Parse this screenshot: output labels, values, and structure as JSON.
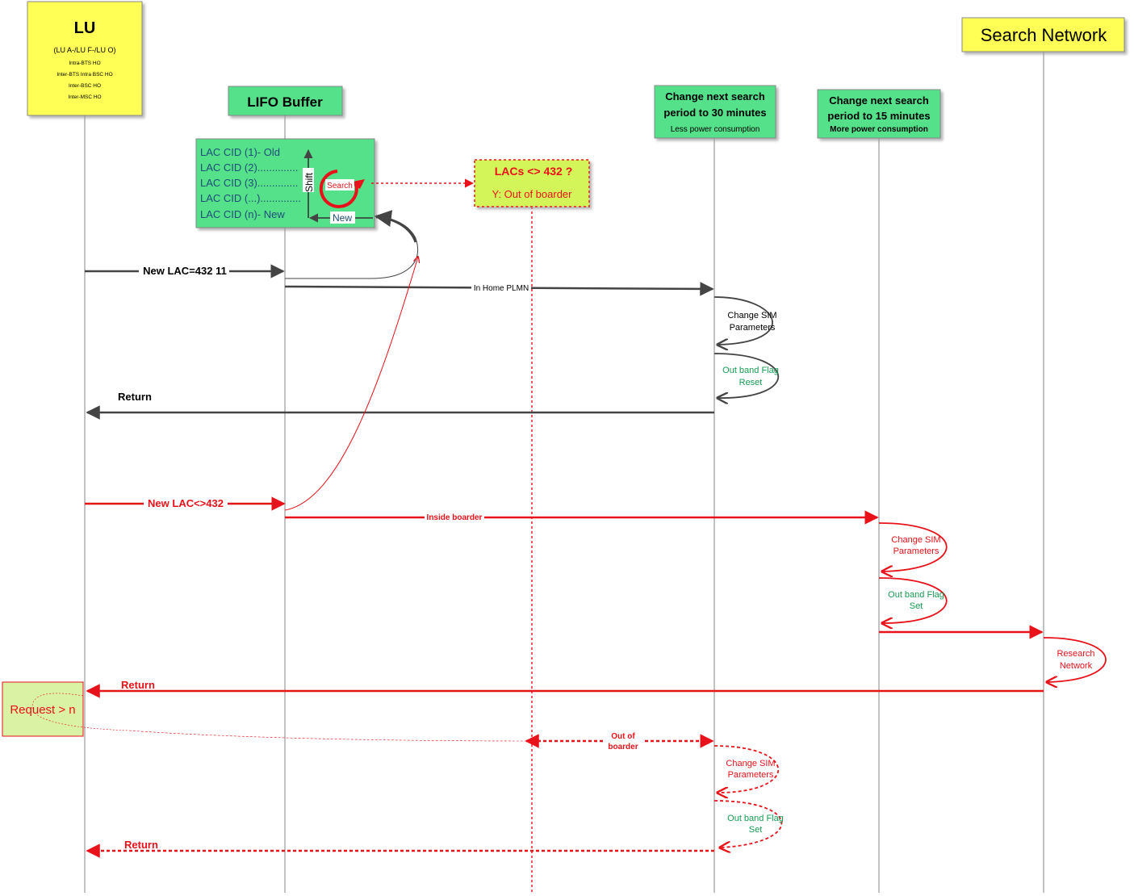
{
  "colors": {
    "yellow": "#ffff55",
    "green": "#55e08a",
    "red": "#e8121a",
    "dark": "#444444",
    "green_text": "#159b53",
    "light_green": "#d9f2a3",
    "buffer_text": "#1f4e79"
  },
  "lu_box": {
    "title": "LU",
    "subtitle": "(LU A-/LU F-/LU O)",
    "lines": [
      "Intra-BTS HO",
      "Inter-BTS Intra BSC HO",
      "Inter-BSC HO",
      "Inter-MSC HO"
    ]
  },
  "lifo": {
    "title": "LIFO Buffer"
  },
  "buffer": {
    "rows": [
      "LAC CID (1)- Old",
      "LAC CID (2)..............",
      "LAC CID (3)..............",
      "LAC CID (...)..............",
      "LAC CID (n)- New"
    ],
    "shift_label": "Shift",
    "new_label": "New",
    "search_label": "Search"
  },
  "lacs_box": {
    "line1": "LACs <> 432 ?",
    "line2": "Y: Out of boarder"
  },
  "change30": {
    "line1": "Change next search",
    "line2": "period to 30 minutes",
    "line3": "Less power consumption"
  },
  "change15": {
    "line1": "Change next search",
    "line2": "period  to 15 minutes",
    "line3": "More power consumption"
  },
  "search_network": {
    "title": "Search Network"
  },
  "request_box": {
    "label": "Request > n"
  },
  "messages": {
    "new_lac_432": "New LAC=432 11",
    "in_home_plmn": "In Home PLMN",
    "return1": "Return",
    "new_lac_not_432": "New LAC<>432",
    "inside_boarder": "Inside boarder",
    "return2": "Return",
    "out_of_boarder": [
      "Out of",
      "boarder"
    ],
    "return3": "Return"
  },
  "self_loops": {
    "change_sim_1": [
      "Change SIM",
      "Parameters"
    ],
    "flag_reset": [
      "Out band Flag",
      "Reset"
    ],
    "change_sim_2": [
      "Change SIM",
      "Parameters"
    ],
    "flag_set_1": [
      "Out band Flag",
      "Set"
    ],
    "research": [
      "Research",
      "Network"
    ],
    "change_sim_3": [
      "Change SIM",
      "Parameters"
    ],
    "flag_set_2": [
      "Out band Flag",
      "Set"
    ]
  }
}
